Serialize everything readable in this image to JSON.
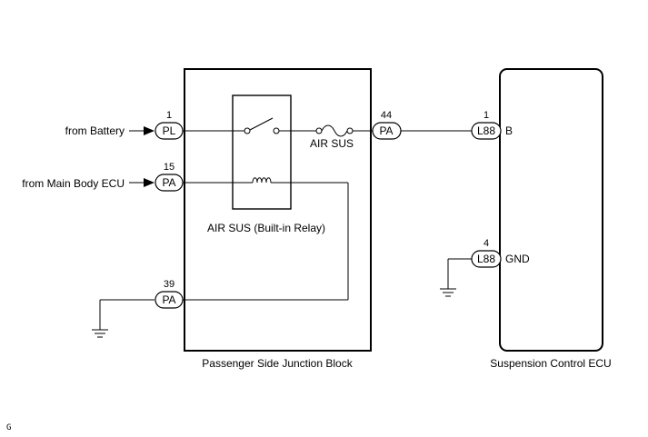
{
  "inputs": {
    "battery_label": "from Battery",
    "main_body_label": "from Main Body ECU"
  },
  "junction_block": {
    "label": "Passenger Side Junction Block",
    "relay_label": "AIR SUS (Built-in Relay)",
    "fuse_label": "AIR SUS"
  },
  "ecu": {
    "label": "Suspension Control ECU",
    "terminal_b": "B",
    "terminal_gnd": "GND"
  },
  "connectors": {
    "pl_pin": "1",
    "pl_name": "PL",
    "pa15_pin": "15",
    "pa15_name": "PA",
    "pa39_pin": "39",
    "pa39_name": "PA",
    "pa44_pin": "44",
    "pa44_name": "PA",
    "l88b_pin": "1",
    "l88b_name": "L88",
    "l88g_pin": "4",
    "l88g_name": "L88"
  },
  "footer_code": "G"
}
